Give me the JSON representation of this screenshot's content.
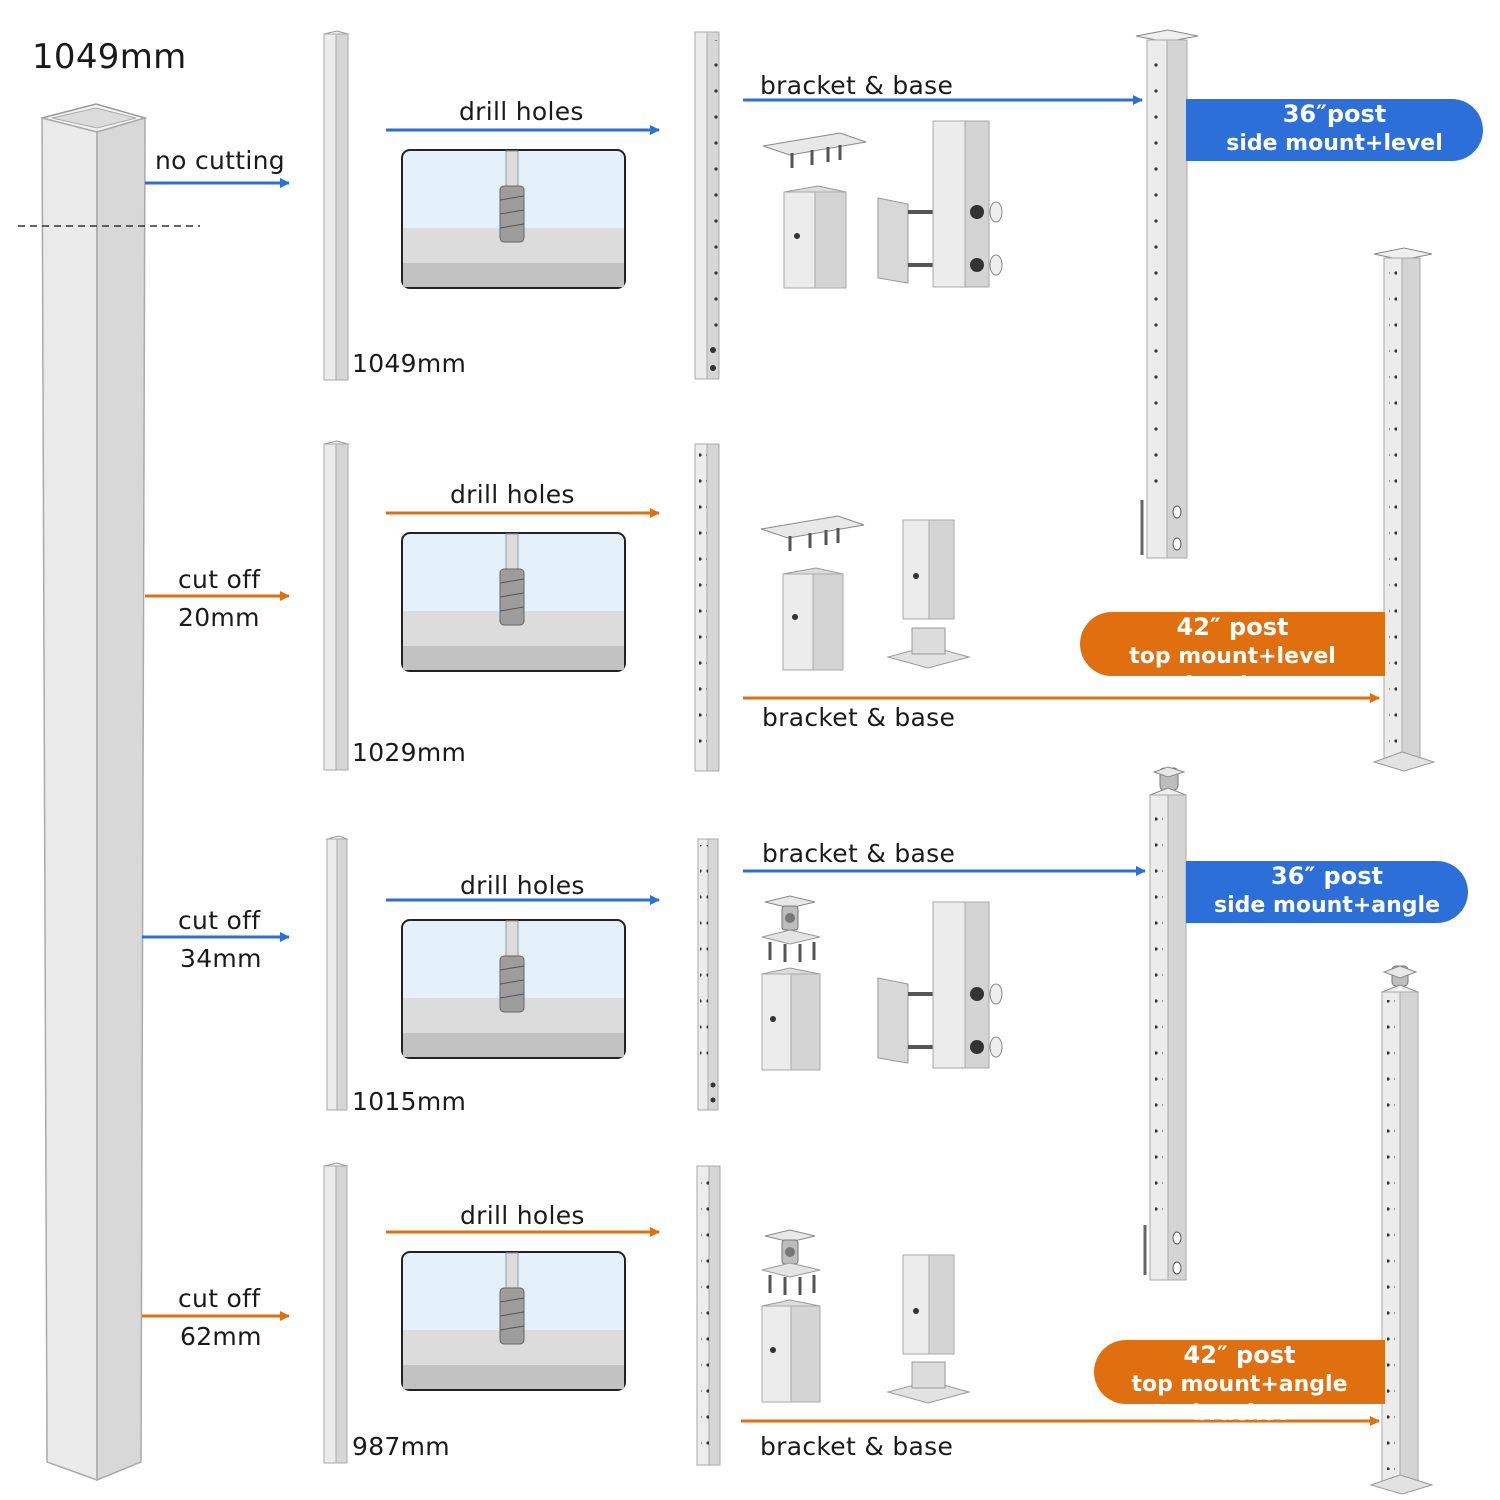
{
  "original": {
    "length": "1049mm"
  },
  "rows": [
    {
      "cut_label": [
        "no cutting"
      ],
      "step_label": "drill holes",
      "length": "1049mm",
      "bracket_label": "bracket & base",
      "result": {
        "line1": "36″post",
        "line2": "side mount+level bracket"
      }
    },
    {
      "cut_label": [
        "cut off",
        "20mm"
      ],
      "step_label": "drill holes",
      "length": "1029mm",
      "bracket_label": "bracket & base",
      "result": {
        "line1": "42″ post",
        "line2": "top mount+level bracket"
      }
    },
    {
      "cut_label": [
        "cut off",
        "34mm"
      ],
      "step_label": "drill holes",
      "length": "1015mm",
      "bracket_label": "bracket & base",
      "result": {
        "line1": "36″ post",
        "line2": "side mount+angle bracket"
      }
    },
    {
      "cut_label": [
        "cut off",
        "62mm"
      ],
      "step_label": "drill holes",
      "length": "987mm",
      "bracket_label": "bracket & base",
      "result": {
        "line1": "42″ post",
        "line2": "top mount+angle bracket"
      }
    }
  ],
  "colors": {
    "blue": "#2c6fd8",
    "orange": "#e06f10",
    "post": "#e4e4e4",
    "glass": "#e4f1fb"
  },
  "icons": [
    "cut-arrow-icon",
    "drill-bit-icon",
    "hole-saw-icon",
    "level-bracket-icon",
    "angle-bracket-icon",
    "side-mount-icon",
    "top-mount-base-icon"
  ]
}
